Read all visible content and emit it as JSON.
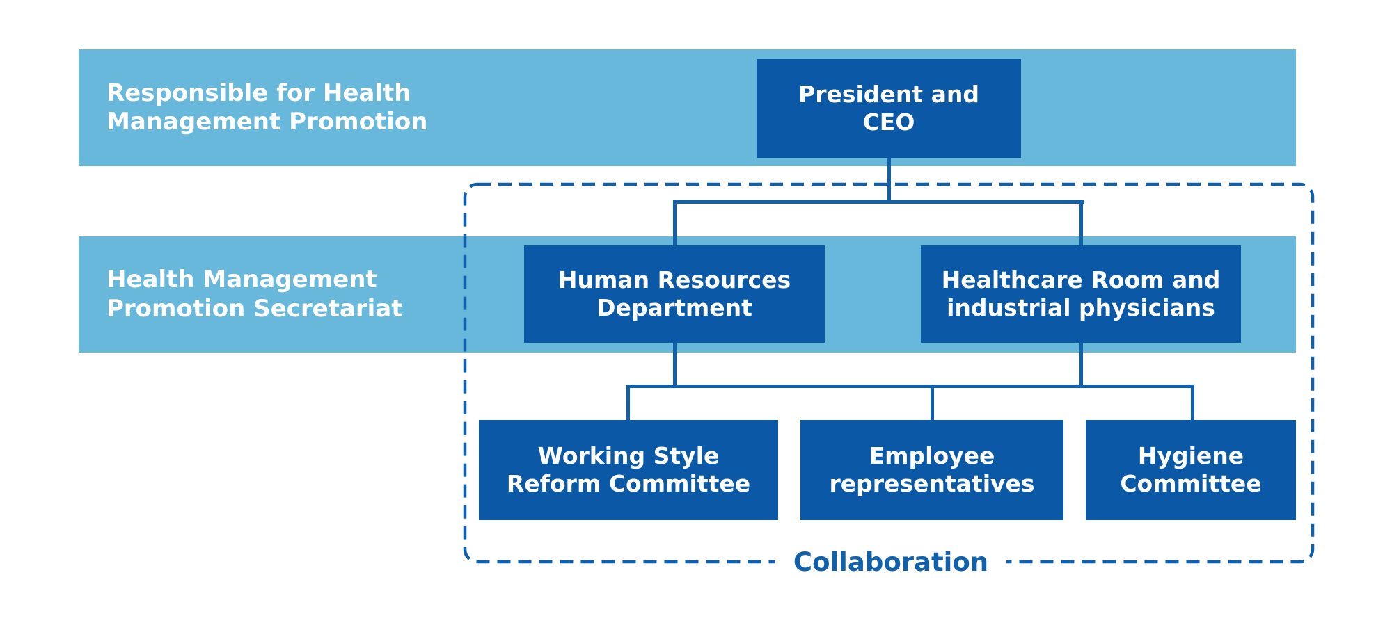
{
  "colors": {
    "band_blue": "#68b8dc",
    "box_blue": "#0b59a6",
    "line_blue": "#1160ab",
    "text_white": "#ffffff"
  },
  "bands": {
    "responsible": {
      "lines": [
        "Responsible for Health",
        "Management Promotion"
      ]
    },
    "secretariat": {
      "lines": [
        "Health Management",
        "Promotion Secretariat"
      ]
    }
  },
  "nodes": {
    "president": {
      "lines": [
        "President and",
        "CEO"
      ]
    },
    "hr": {
      "lines": [
        "Human Resources",
        "Department"
      ]
    },
    "healthcare": {
      "lines": [
        "Healthcare Room and",
        "industrial physicians"
      ]
    },
    "working_style": {
      "lines": [
        "Working Style",
        "Reform Committee"
      ]
    },
    "employee": {
      "lines": [
        "Employee",
        "representatives"
      ]
    },
    "hygiene": {
      "lines": [
        "Hygiene",
        "Committee"
      ]
    }
  },
  "collaboration": {
    "label": "Collaboration"
  }
}
